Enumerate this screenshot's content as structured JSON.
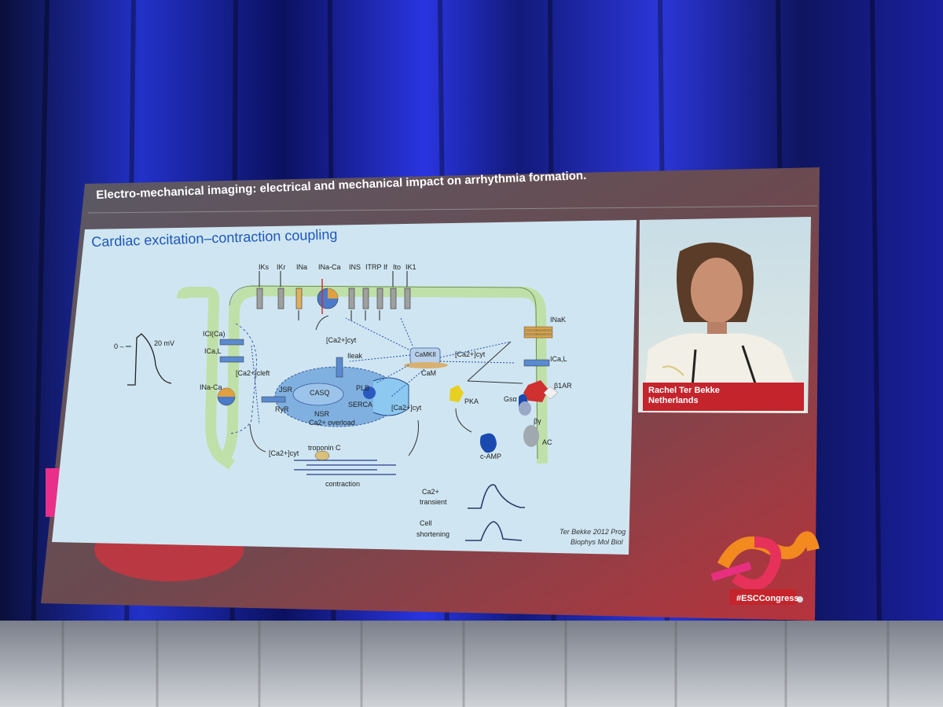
{
  "slide": {
    "header": "Electro-mechanical imaging: electrical and mechanical impact on arrhythmia formation.",
    "title": "Cardiac excitation–contraction coupling",
    "citation_line1": "Ter Bekke 2012 Prog",
    "citation_line2": "Biophys Mol Biol",
    "hashtag": "#ESCCongress"
  },
  "speaker": {
    "name": "Rachel Ter Bekke",
    "country": "Netherlands"
  },
  "diagram": {
    "currents_top": [
      "IKs",
      "IKr",
      "INa",
      "INa-Ca",
      "INS",
      "ITRP",
      "If",
      "Ito",
      "IK1"
    ],
    "labels": {
      "voltage": "20 mV",
      "zero": "0 –",
      "icl": "ICl(Ca)",
      "ical_left": "ICa,L",
      "ca_cleft": "[Ca2+]cleft",
      "inaca_left": "INa-Ca",
      "ca_cyt_top": "[Ca2+]cyt",
      "ileak": "Ileak",
      "camkii": "CaMKII",
      "cam": "CaM",
      "jsr": "JSR",
      "casq": "CASQ",
      "plb": "PLB",
      "ryr": "RyR",
      "serca": "SERCA",
      "nsr": "NSR",
      "overload": "Ca2+ overload",
      "ca_cyt_right": "[Ca2+]cyt",
      "ca_cyt_bottom": "[Ca2+]cyt",
      "troponin": "troponin C",
      "contraction": "contraction",
      "ca_cyt_mid": "[Ca2+]cyt",
      "inak": "INaK",
      "ical_right": "ICa,L",
      "b1ar": "β1AR",
      "pka": "PKA",
      "gsa": "Gsα",
      "by": "βγ",
      "camp": "c-AMP",
      "ac": "AC",
      "ca_transient": "Ca2+",
      "transient": "transient",
      "cell": "Cell",
      "shortening": "shortening"
    }
  },
  "colors": {
    "slide_bg": "#cfe6f2",
    "header_bar": "#b7333a",
    "title_blue": "#1f56b8",
    "membrane": "#bfe0a8",
    "nameplate": "#c4242c"
  }
}
